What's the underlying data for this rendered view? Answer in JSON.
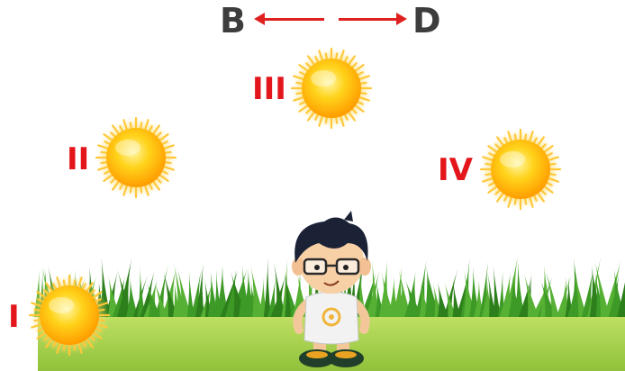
{
  "direction_labels": {
    "left": "B",
    "right": "D"
  },
  "positions": [
    {
      "label": "I"
    },
    {
      "label": "II"
    },
    {
      "label": "III"
    },
    {
      "label": "IV"
    }
  ],
  "colors": {
    "position_label": "#e3161c",
    "arrow": "#e02020",
    "direction_label": "#3d3d3d",
    "grass": "#2f8a1e",
    "lawn": "#9ed14a",
    "sun_core": "#ffb400",
    "sun_rays": "#ffcf4d"
  }
}
